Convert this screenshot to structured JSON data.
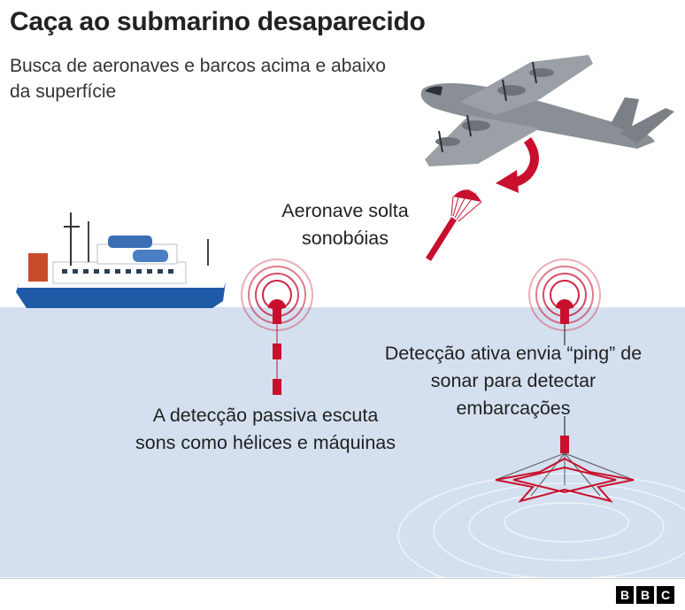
{
  "header": {
    "title": "Caça ao submarino desaparecido",
    "subtitle": "Busca de aeronaves e barcos acima e abaixo da superfície"
  },
  "labels": {
    "aircraft": "Aeronave solta sonobóias",
    "passive": "A detecção passiva escuta sons como hélices e máquinas",
    "active": "Detecção ativa envia “ping” de sonar para detectar embarcações"
  },
  "footer": {
    "logo_letters": [
      "B",
      "B",
      "C"
    ]
  },
  "colors": {
    "accent_red": "#c8102e",
    "sea": "#d4e0ef",
    "aircraft_grey": "#8a8f95",
    "ship_blue": "#1f5aa6"
  },
  "icons": [
    "aircraft",
    "ship",
    "parachute-sonobuoy",
    "passive-sonobuoy",
    "active-sonobuoy",
    "curved-arrow"
  ]
}
